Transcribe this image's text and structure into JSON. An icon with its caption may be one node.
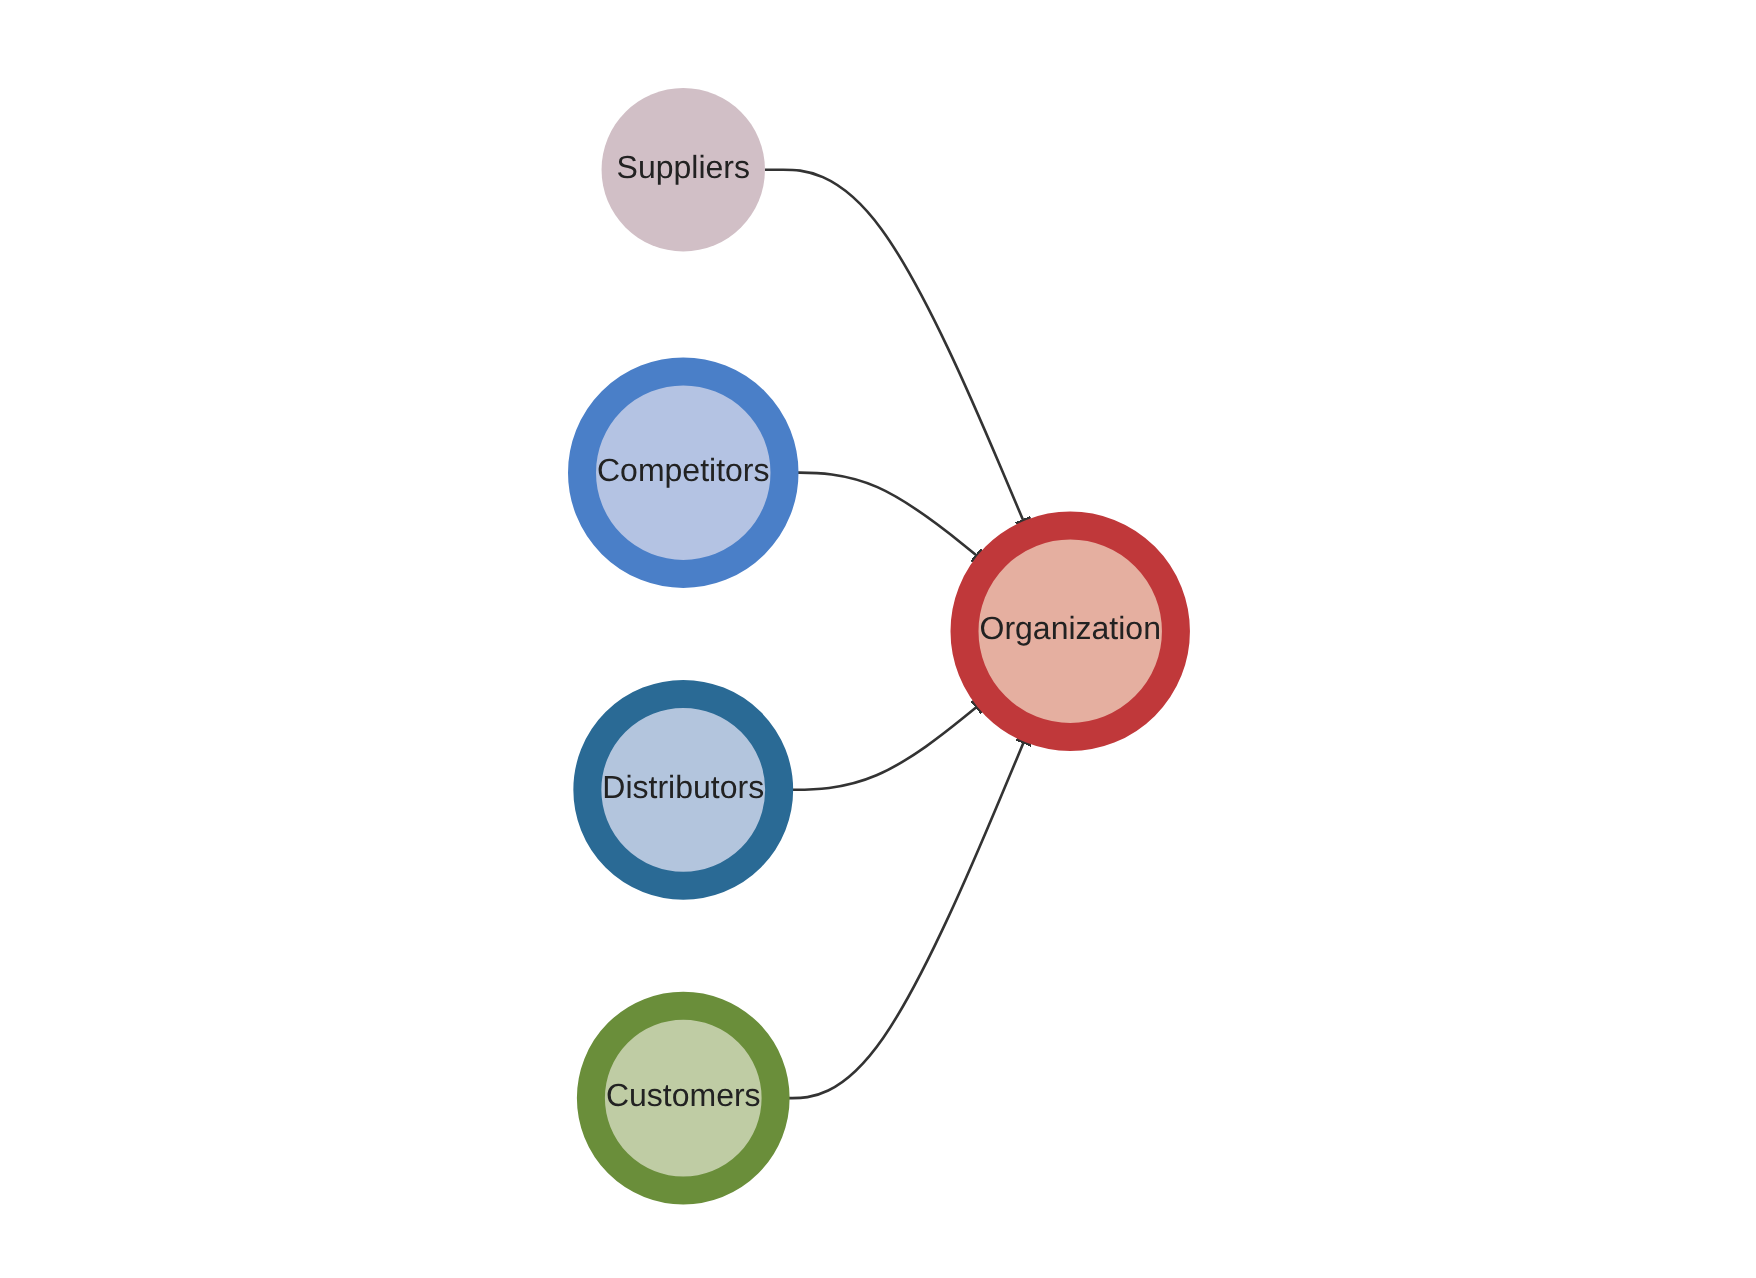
{
  "diagram": {
    "nodes": [
      {
        "text": [
          "Suppliers"
        ]
      },
      {
        "text": [
          "Competitors"
        ]
      },
      {
        "text": [
          "Organization"
        ]
      },
      {
        "text": [
          "Distributors"
        ]
      },
      {
        "text": [
          "Customers"
        ]
      }
    ],
    "edges": [
      {
        "from": 0,
        "to": 2,
        "arrow": "to"
      },
      {
        "from": 1,
        "to": 2,
        "arrow": "to"
      },
      {
        "from": 3,
        "to": 2,
        "arrow": "to"
      },
      {
        "from": 4,
        "to": 2,
        "arrow": "to"
      }
    ]
  }
}
